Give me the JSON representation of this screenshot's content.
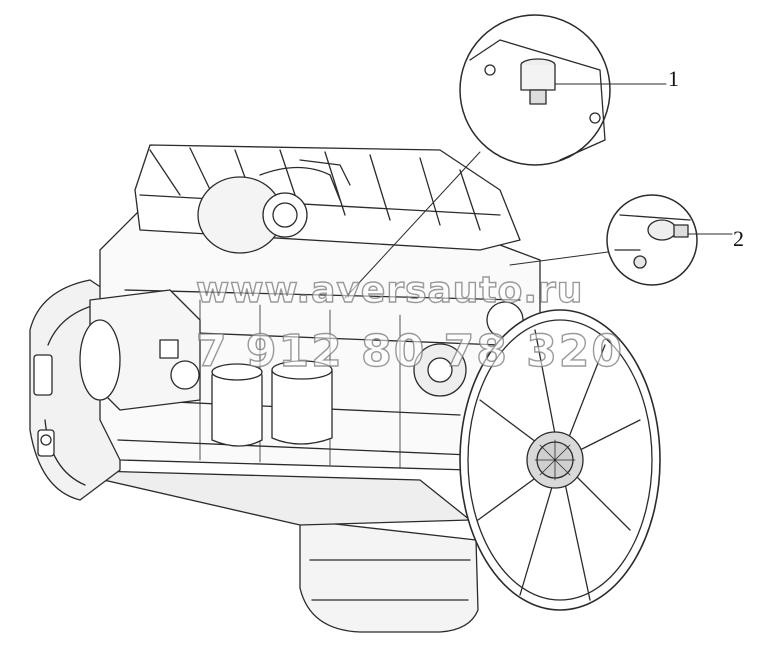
{
  "callouts": [
    {
      "number": "1"
    },
    {
      "number": "2"
    }
  ],
  "watermark": {
    "url": "www.aversauto.ru",
    "phone": "7 912 80 78 320"
  },
  "colors": {
    "line": "#2b2b2b",
    "fill": "#ffffff",
    "shade": "#e6e6e6"
  }
}
